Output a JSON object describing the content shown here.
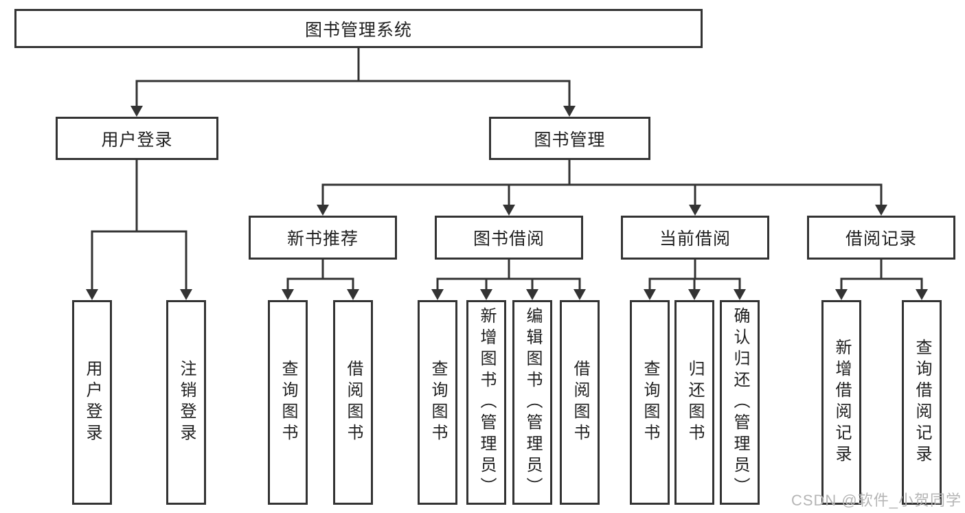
{
  "diagram": {
    "type": "hierarchy-tree",
    "root": {
      "label": "图书管理系统",
      "children": [
        {
          "label": "用户登录",
          "children": [
            {
              "label": "用户登录"
            },
            {
              "label": "注销登录"
            }
          ]
        },
        {
          "label": "图书管理",
          "children": [
            {
              "label": "新书推荐",
              "children": [
                {
                  "label": "查询图书"
                },
                {
                  "label": "借阅图书"
                }
              ]
            },
            {
              "label": "图书借阅",
              "children": [
                {
                  "label": "查询图书"
                },
                {
                  "label": "新增图书（管理员）"
                },
                {
                  "label": "编辑图书（管理员）"
                },
                {
                  "label": "借阅图书"
                }
              ]
            },
            {
              "label": "当前借阅",
              "children": [
                {
                  "label": "查询图书"
                },
                {
                  "label": "归还图书"
                },
                {
                  "label": "确认归还（管理员）"
                }
              ]
            },
            {
              "label": "借阅记录",
              "children": [
                {
                  "label": "新增借阅记录"
                },
                {
                  "label": "查询借阅记录"
                }
              ]
            }
          ]
        }
      ]
    },
    "colors": {
      "line": "#333333",
      "box_border": "#333333",
      "text": "#1f1f1f",
      "background": "#ffffff",
      "watermark": "#b5b5b5"
    }
  },
  "watermark": {
    "text": "CSDN @软件_小贺同学"
  }
}
